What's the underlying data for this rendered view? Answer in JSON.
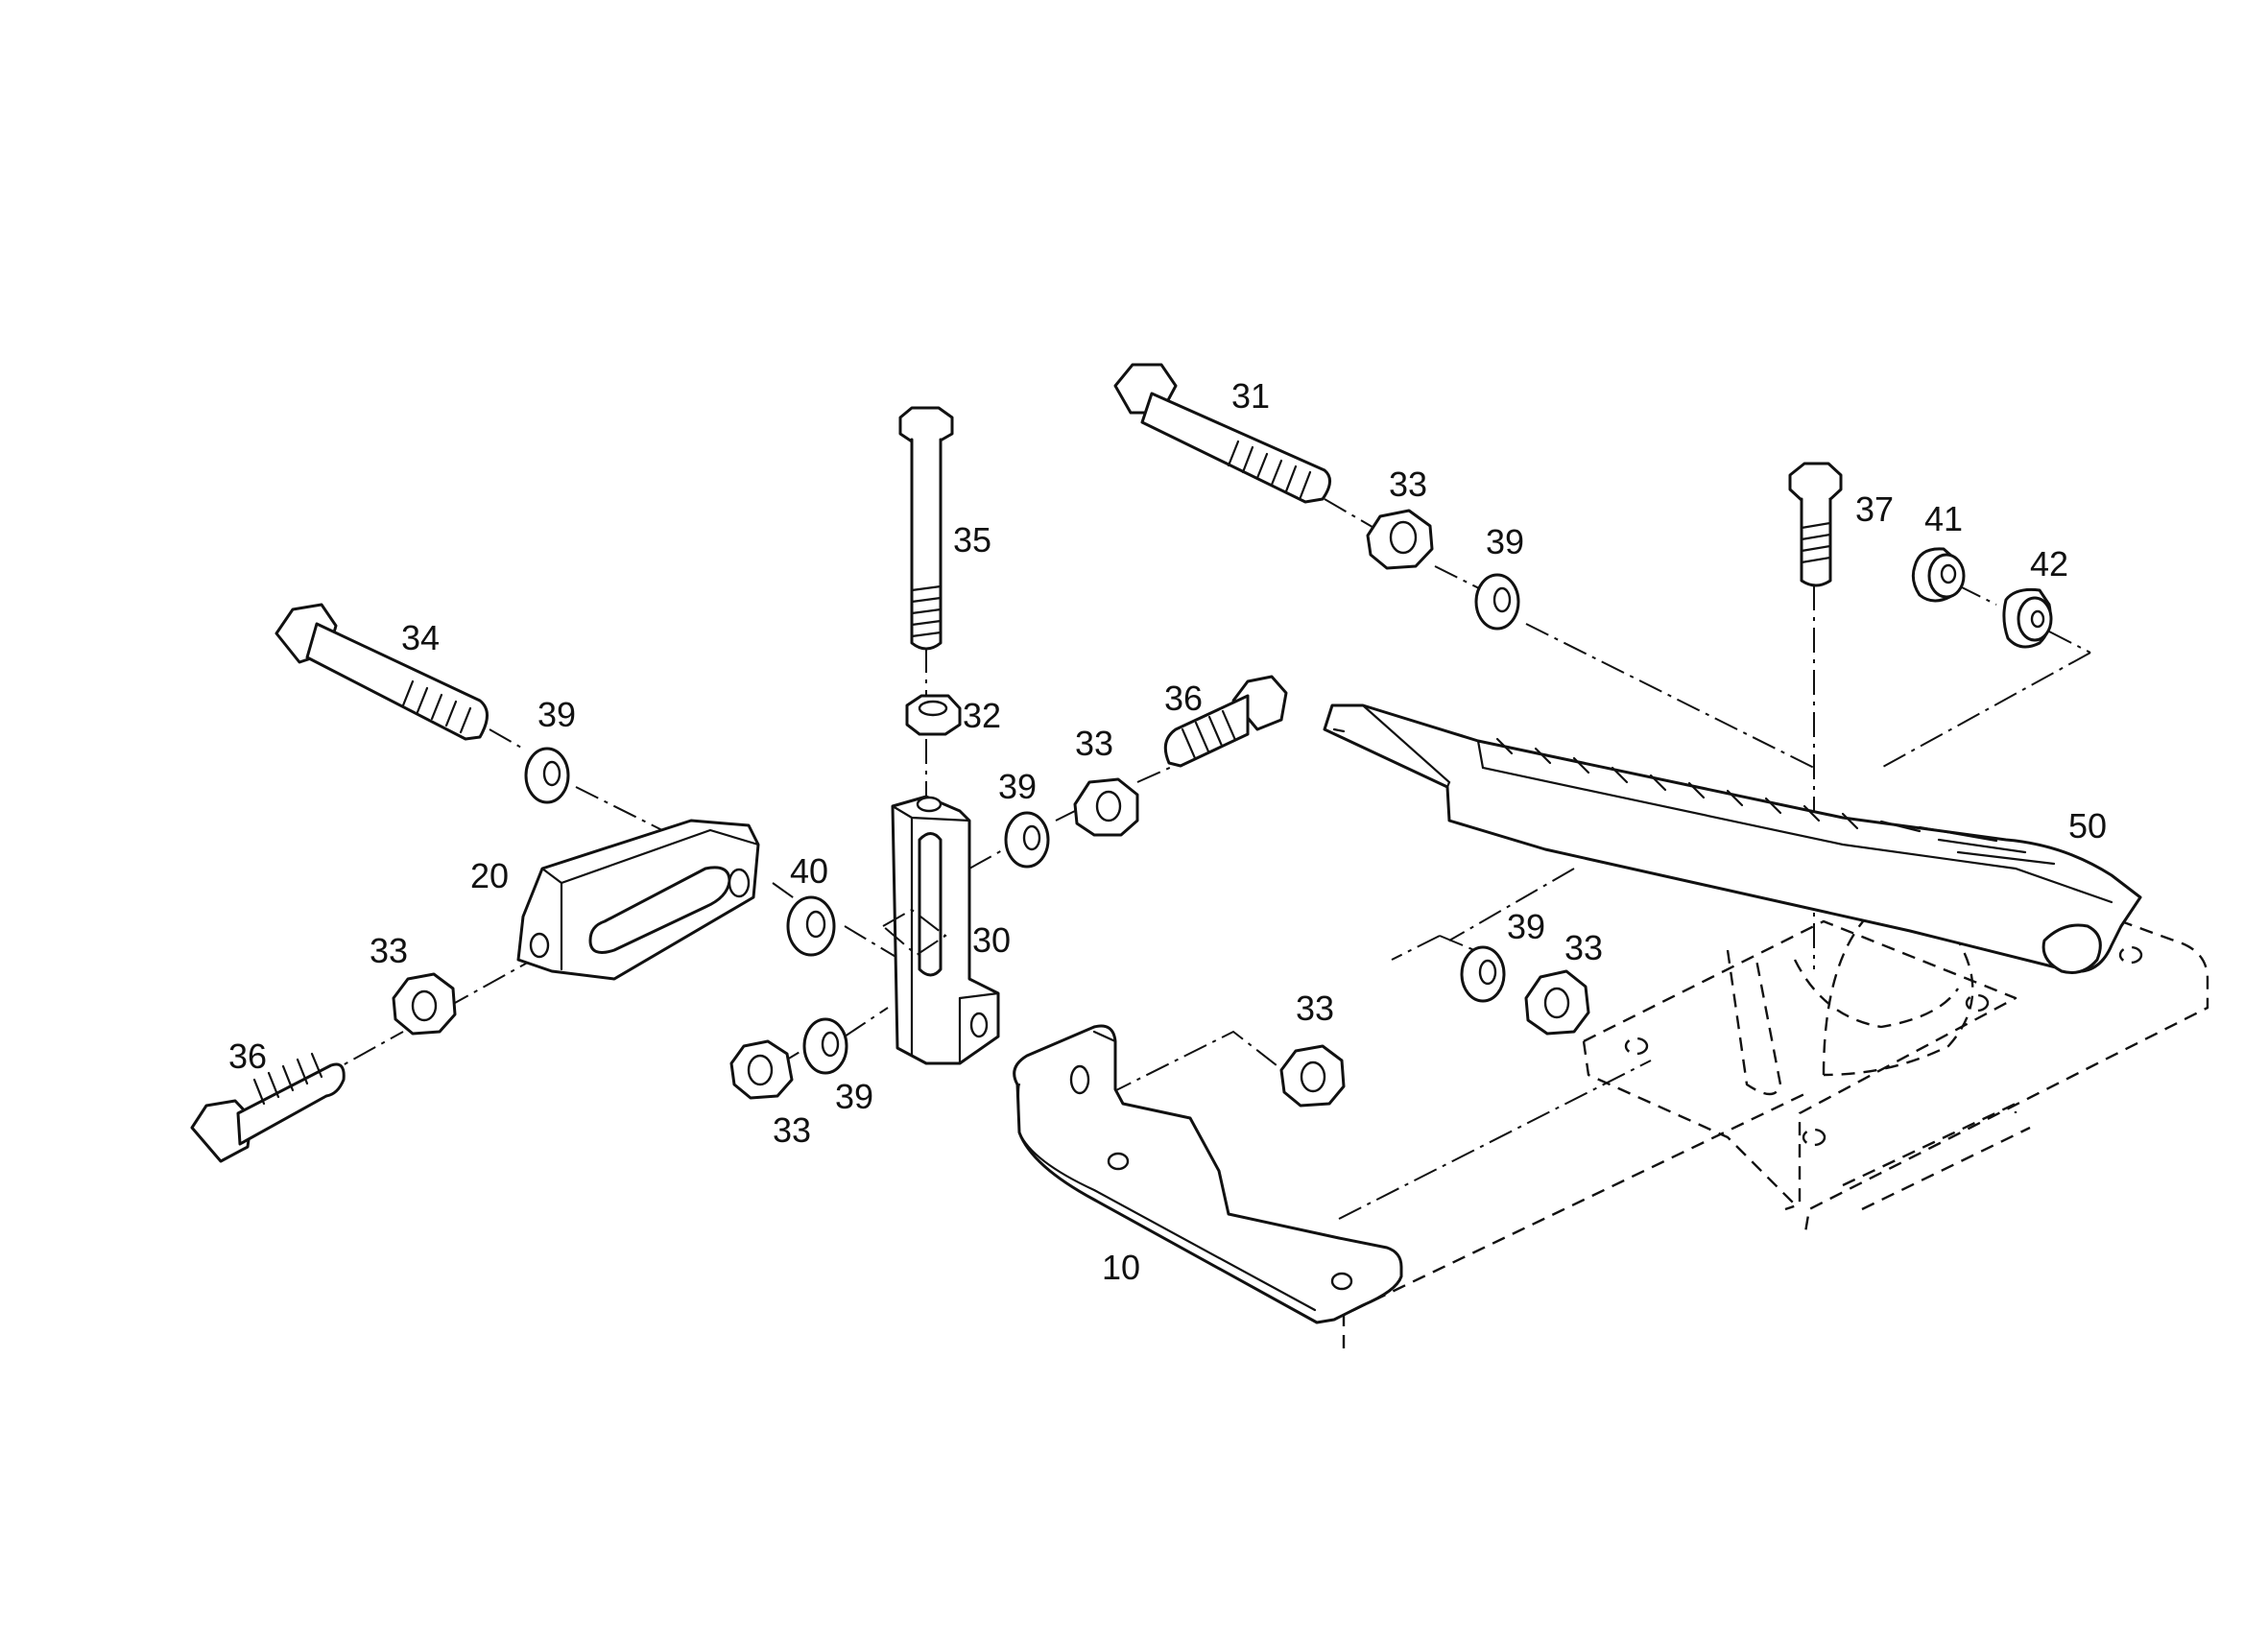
{
  "callouts": {
    "c31": "31",
    "c33_a": "33",
    "c39_a": "39",
    "c37": "37",
    "c41": "41",
    "c42": "42",
    "c35": "35",
    "c34": "34",
    "c39_b": "39",
    "c32": "32",
    "c36_a": "36",
    "c33_b": "33",
    "c39_c": "39",
    "c20": "20",
    "c40": "40",
    "c30": "30",
    "c50": "50",
    "c39_d": "39",
    "c33_c": "33",
    "c33_d": "33",
    "c36_b": "36",
    "c33_e": "33",
    "c33_f": "33",
    "c39_e": "39",
    "c10": "10"
  }
}
